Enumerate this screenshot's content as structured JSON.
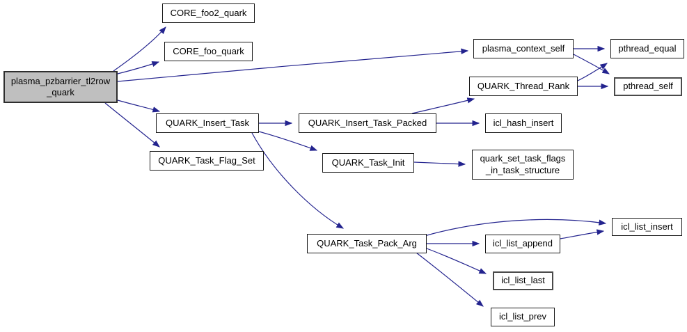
{
  "diagram": {
    "kind": "call-graph",
    "background_color": "#ffffff",
    "edge_color": "#23238e",
    "node_fill_color": "#ffffff",
    "node_border_color": "#1a1a1a",
    "root_fill_color": "#bfbfbf",
    "text_color": "#000000"
  },
  "nodes": [
    {
      "id": "root",
      "label": "plasma_pzbarrier_tl2row\n_quark",
      "role": "root"
    },
    {
      "id": "core_foo2_quark",
      "label": "CORE_foo2_quark"
    },
    {
      "id": "core_foo_quark",
      "label": "CORE_foo_quark"
    },
    {
      "id": "insert_task",
      "label": "QUARK_Insert_Task"
    },
    {
      "id": "task_flag_set",
      "label": "QUARK_Task_Flag_Set"
    },
    {
      "id": "insert_packed",
      "label": "QUARK_Insert_Task_Packed"
    },
    {
      "id": "task_init",
      "label": "QUARK_Task_Init"
    },
    {
      "id": "context_self",
      "label": "plasma_context_self"
    },
    {
      "id": "pthread_equal",
      "label": "pthread_equal"
    },
    {
      "id": "thread_rank",
      "label": "QUARK_Thread_Rank"
    },
    {
      "id": "pthread_self",
      "label": "pthread_self"
    },
    {
      "id": "icl_hash_insert",
      "label": "icl_hash_insert"
    },
    {
      "id": "set_task_flags",
      "label": "quark_set_task_flags\n_in_task_structure"
    },
    {
      "id": "task_pack_arg",
      "label": "QUARK_Task_Pack_Arg"
    },
    {
      "id": "icl_list_insert",
      "label": "icl_list_insert"
    },
    {
      "id": "icl_list_append",
      "label": "icl_list_append"
    },
    {
      "id": "icl_list_last",
      "label": "icl_list_last"
    },
    {
      "id": "icl_list_prev",
      "label": "icl_list_prev"
    }
  ],
  "edges": [
    {
      "from": "plasma_pzbarrier_tl2row_quark",
      "to": "CORE_foo2_quark"
    },
    {
      "from": "plasma_pzbarrier_tl2row_quark",
      "to": "CORE_foo_quark"
    },
    {
      "from": "plasma_pzbarrier_tl2row_quark",
      "to": "plasma_context_self"
    },
    {
      "from": "plasma_pzbarrier_tl2row_quark",
      "to": "QUARK_Insert_Task"
    },
    {
      "from": "plasma_pzbarrier_tl2row_quark",
      "to": "QUARK_Task_Flag_Set"
    },
    {
      "from": "QUARK_Insert_Task",
      "to": "QUARK_Insert_Task_Packed"
    },
    {
      "from": "QUARK_Insert_Task",
      "to": "QUARK_Task_Init"
    },
    {
      "from": "QUARK_Insert_Task",
      "to": "QUARK_Task_Pack_Arg"
    },
    {
      "from": "QUARK_Insert_Task_Packed",
      "to": "QUARK_Thread_Rank"
    },
    {
      "from": "QUARK_Insert_Task_Packed",
      "to": "icl_hash_insert"
    },
    {
      "from": "QUARK_Task_Init",
      "to": "quark_set_task_flags_in_task_structure"
    },
    {
      "from": "plasma_context_self",
      "to": "pthread_equal"
    },
    {
      "from": "plasma_context_self",
      "to": "pthread_self"
    },
    {
      "from": "QUARK_Thread_Rank",
      "to": "pthread_equal"
    },
    {
      "from": "QUARK_Thread_Rank",
      "to": "pthread_self"
    },
    {
      "from": "QUARK_Task_Pack_Arg",
      "to": "icl_list_insert"
    },
    {
      "from": "QUARK_Task_Pack_Arg",
      "to": "icl_list_append"
    },
    {
      "from": "QUARK_Task_Pack_Arg",
      "to": "icl_list_last"
    },
    {
      "from": "QUARK_Task_Pack_Arg",
      "to": "icl_list_prev"
    },
    {
      "from": "icl_list_append",
      "to": "icl_list_insert"
    }
  ]
}
